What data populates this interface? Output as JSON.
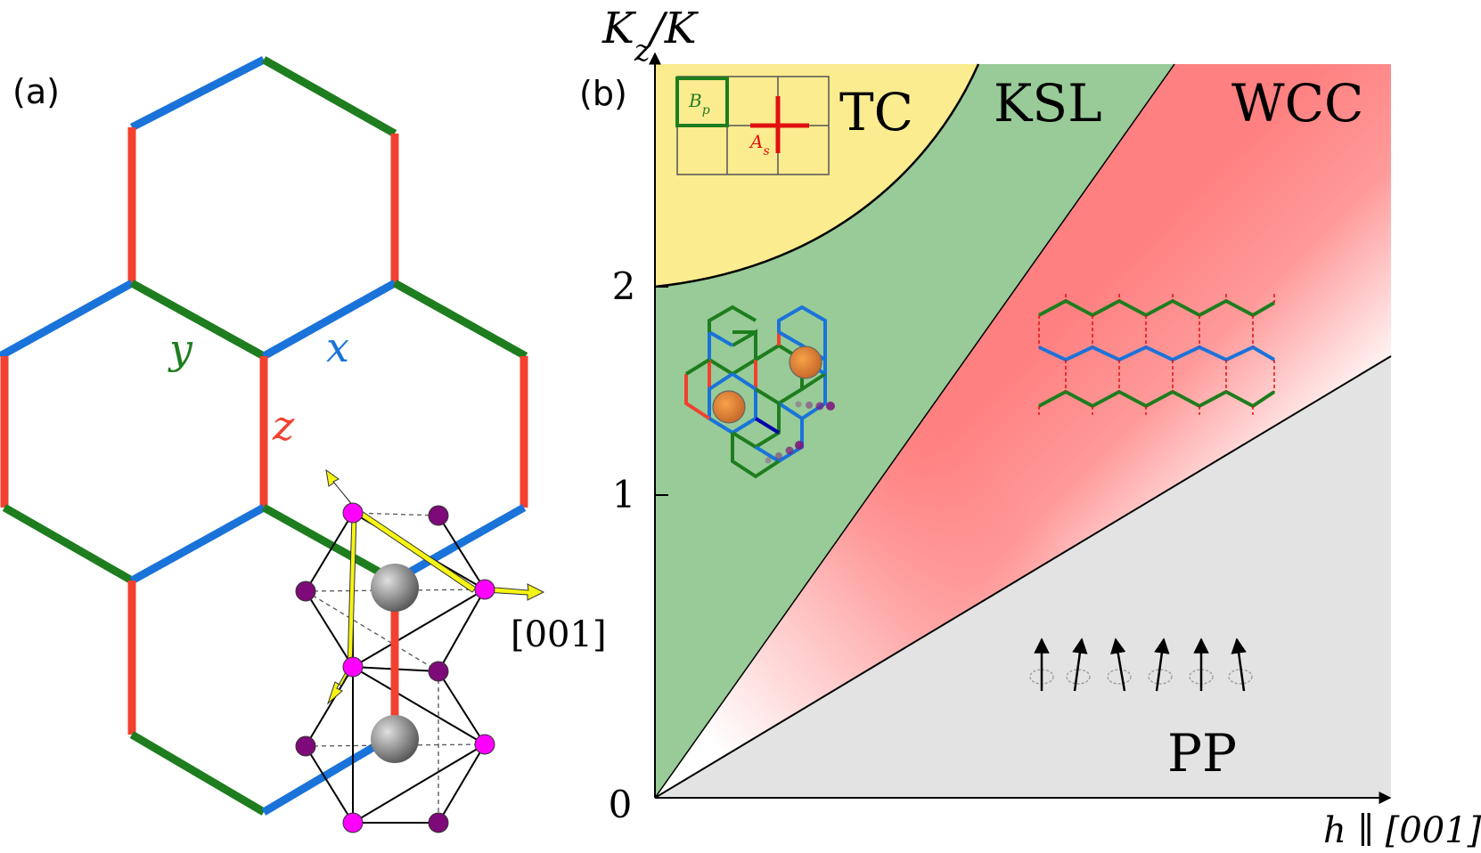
{
  "panel_a": {
    "label": "(a)",
    "bond_labels": {
      "x": "x",
      "y": "y",
      "z": "z"
    },
    "direction_label": "[001]",
    "colors": {
      "x_bond": "#1a73d9",
      "y_bond": "#1e7d1e",
      "z_bond": "#f2412f",
      "spin_arrow": "#f5f514",
      "ligand": "#ff00ff",
      "ligand_dark": "#7d0a78",
      "metal": "#8c8c8c"
    }
  },
  "panel_b": {
    "label": "(b)",
    "y_axis_label": "K_z/K",
    "x_axis_label": "h ∥ [001]",
    "ticks": [
      "0",
      "1",
      "2"
    ],
    "phases": [
      {
        "name": "TC",
        "color": "#fbec8f"
      },
      {
        "name": "KSL",
        "color": "#98cb98"
      },
      {
        "name": "WCC",
        "color": "#ff8080"
      },
      {
        "name": "PP",
        "color": "#e3e3e3"
      }
    ],
    "inset_labels": {
      "plaquette": "B_p",
      "star": "A_s"
    },
    "boundaries": {
      "tc_ksl": "curve from K_z/K = 2 at h = 0",
      "ksl_wcc": "line through origin",
      "wcc_pp": "line through origin"
    }
  }
}
